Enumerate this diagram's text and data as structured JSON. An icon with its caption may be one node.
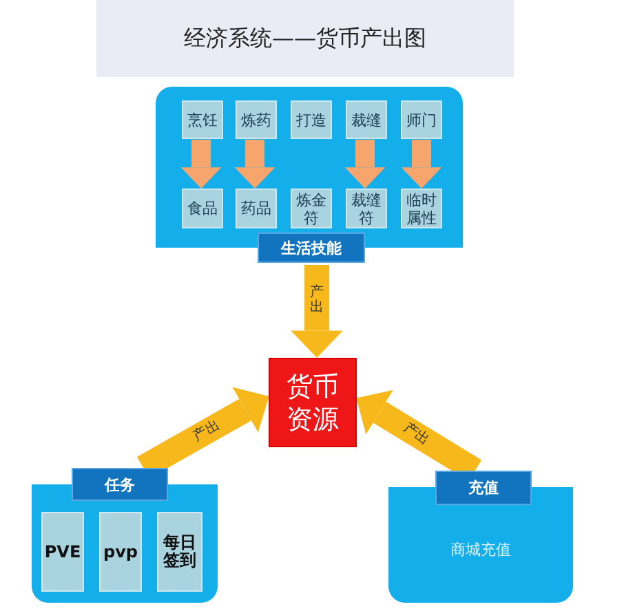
{
  "diagram": {
    "title": "经济系统——货币产出图",
    "nodes": [
      {
        "text": [
          "生活技能"
        ]
      },
      {
        "text": [
          "烹饪"
        ],
        "in": 0
      },
      {
        "text": [
          "炼药"
        ],
        "in": 0
      },
      {
        "text": [
          "打造"
        ],
        "in": 0
      },
      {
        "text": [
          "裁缝"
        ],
        "in": 0
      },
      {
        "text": [
          "师门"
        ],
        "in": 0
      },
      {
        "text": [
          "食品"
        ],
        "in": 0
      },
      {
        "text": [
          "药品"
        ],
        "in": 0
      },
      {
        "text": [
          "炼金符"
        ],
        "in": 0
      },
      {
        "text": [
          "裁缝符"
        ],
        "in": 0
      },
      {
        "text": [
          "临时属性"
        ],
        "in": 0
      },
      {
        "text": [
          "货币资源"
        ]
      },
      {
        "text": [
          "任务"
        ]
      },
      {
        "text": [
          "PVE"
        ],
        "in": 12
      },
      {
        "text": [
          "pvp"
        ],
        "in": 12
      },
      {
        "text": [
          "每日签到"
        ],
        "in": 12
      },
      {
        "text": [
          "充值",
          "商城充值"
        ]
      }
    ],
    "edges": [
      {
        "from": 1,
        "to": 6,
        "arrow": "to"
      },
      {
        "from": 2,
        "to": 7,
        "arrow": "to"
      },
      {
        "from": 4,
        "to": 9,
        "arrow": "to"
      },
      {
        "from": 5,
        "to": 10,
        "arrow": "to"
      },
      {
        "from": 0,
        "to": 11,
        "arrow": "to",
        "label": "产出",
        "color": "#f7b81c"
      },
      {
        "from": 12,
        "to": 11,
        "arrow": "to",
        "label": "产出",
        "color": "#f7b81c"
      },
      {
        "from": 16,
        "to": 11,
        "arrow": "to",
        "label": "产出",
        "color": "#f7b81c"
      }
    ]
  }
}
